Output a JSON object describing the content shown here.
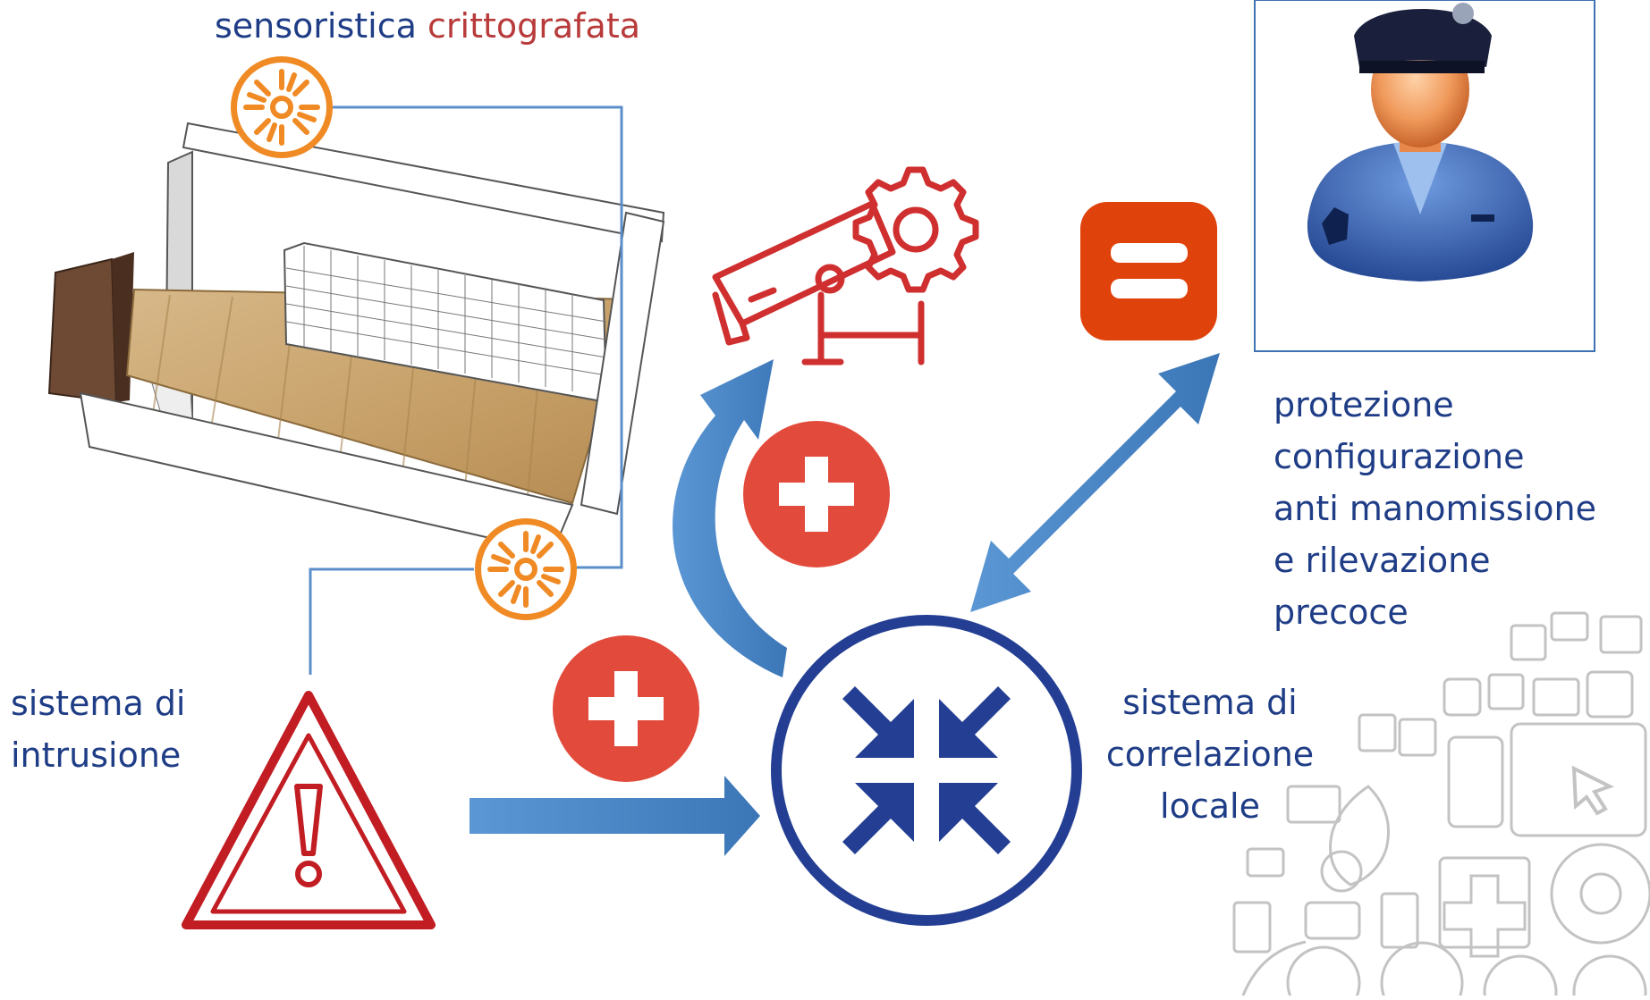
{
  "header": {
    "title_part1": "sensoristica",
    "title_part2": "crittografata"
  },
  "labels": {
    "intrusion": [
      "sistema di",
      "intrusione"
    ],
    "protection": [
      "protezione",
      "configurazione",
      "anti manomissione",
      "e rilevazione",
      "precoce"
    ],
    "correlation": [
      "sistema di",
      "correlazione",
      "locale"
    ]
  },
  "colors": {
    "text_blue": "#1f3d86",
    "accent_red": "#b83a3a",
    "sensor_orange": "#f08a24",
    "arrow_blue": "#4a86c5",
    "plus_red": "#e24a3b",
    "equals_orange": "#e0420b",
    "correlation_navy": "#233e93",
    "frame_blue": "#3e72b2"
  },
  "icons": {
    "sensor": "sun-sensor-icon",
    "camera": "security-camera-gear-icon",
    "equals": "equals-icon",
    "guard": "security-guard-icon",
    "plus": "plus-circle-icon",
    "warning": "warning-triangle-icon",
    "correlation": "arrows-converge-icon",
    "background": "ui-icons-pattern"
  }
}
